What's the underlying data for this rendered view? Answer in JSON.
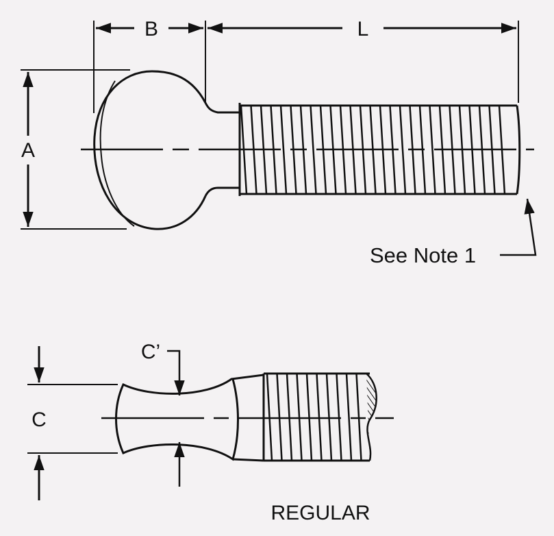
{
  "labels": {
    "a": "A",
    "b": "B",
    "l": "L",
    "c": "C",
    "c_prime": "C’",
    "note": "See Note 1",
    "caption": "REGULAR"
  },
  "colors": {
    "ink": "#111111",
    "paper": "#f4f2f3"
  }
}
